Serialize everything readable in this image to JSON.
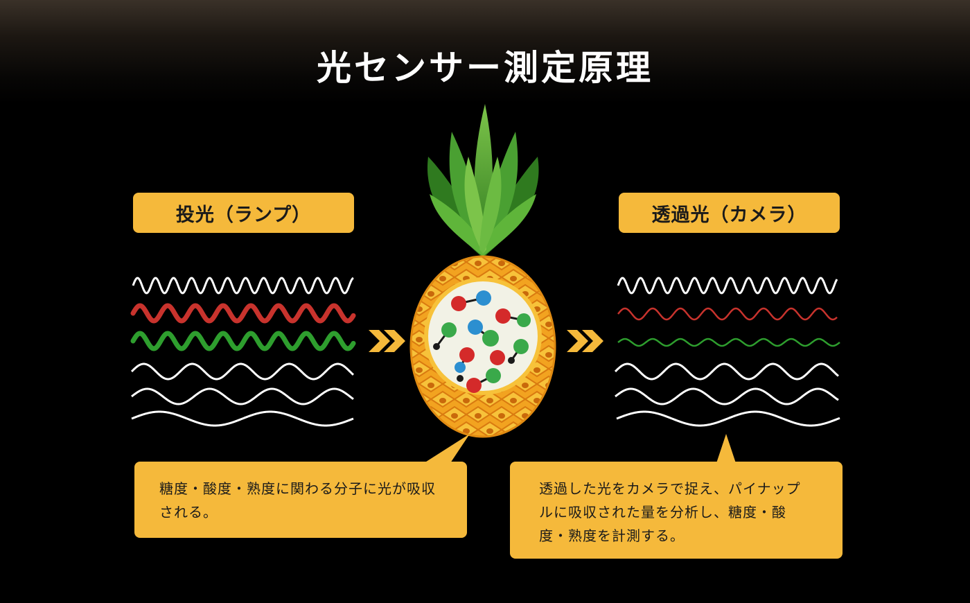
{
  "title": "光センサー測定原理",
  "labels": {
    "left": "投光（ランプ）",
    "right": "透過光（カメラ）"
  },
  "callouts": {
    "left": "糖度・酸度・熟度に関わる分子に光が吸収される。",
    "right": "透過した光をカメラで捉え、パイナップルに吸収された量を分析し、糖度・酸度・熟度を計測する。"
  },
  "colors": {
    "accent": "#f5b93b",
    "wave_red": "#c8332d",
    "wave_green": "#2e9e2e",
    "wave_white": "#ffffff",
    "background": "#000000"
  },
  "icons": {
    "arrow": "double-chevron-right-icon",
    "fruit": "pineapple-icon",
    "molecule": "molecule-icon"
  }
}
